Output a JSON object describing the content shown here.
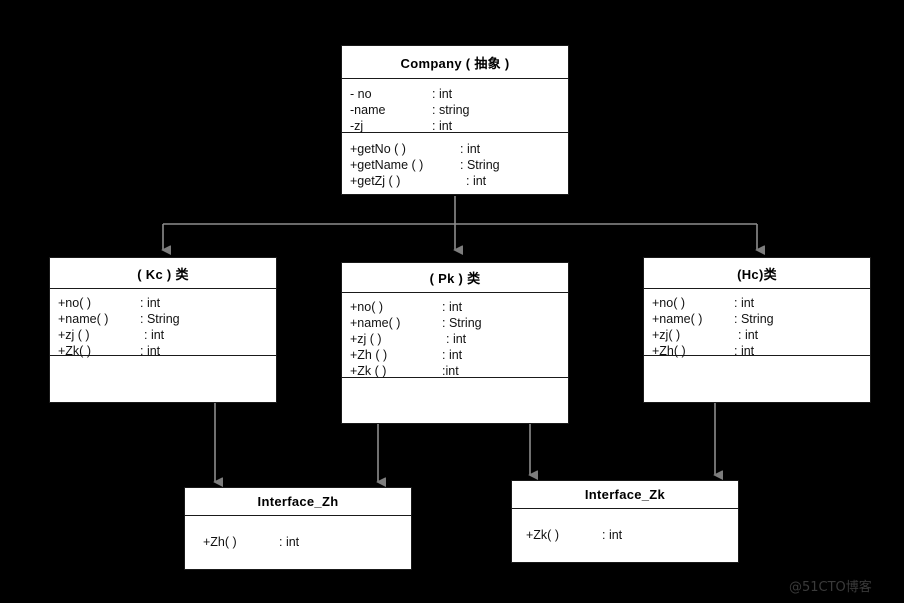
{
  "diagram": {
    "title": "UML Class Diagram",
    "background_color": "#000000",
    "box_fill": "#ffffff",
    "line_color": "#9a9a9a",
    "watermark": "@51CTO博客"
  },
  "classes": {
    "company": {
      "name": "Company ( 抽象 )",
      "attributes": [
        {
          "name": "- no",
          "type": ": int"
        },
        {
          "name": "-name",
          "type": ": string"
        },
        {
          "name": "-zj",
          "type": ": int"
        }
      ],
      "methods": [
        {
          "name": "+getNo ( )",
          "type": ": int"
        },
        {
          "name": "+getName ( )",
          "type": ": String"
        },
        {
          "name": "+getZj ( )",
          "type": ": int"
        }
      ]
    },
    "kc": {
      "name": "( Kc ) 类",
      "methods": [
        {
          "name": "+no( )",
          "type": ": int"
        },
        {
          "name": "+name( )",
          "type": ": String"
        },
        {
          "name": "+zj ( )",
          "type": ": int"
        },
        {
          "name": "+Zk( )",
          "type": ": int"
        }
      ],
      "extra": []
    },
    "pk": {
      "name": "( Pk ) 类",
      "methods": [
        {
          "name": "+no( )",
          "type": ": int"
        },
        {
          "name": "+name( )",
          "type": ": String"
        },
        {
          "name": "+zj ( )",
          "type": ": int"
        },
        {
          "name": "+Zh ( )",
          "type": ": int"
        },
        {
          "name": "+Zk ( )",
          "type": ":int"
        }
      ],
      "extra": []
    },
    "hc": {
      "name": "(Hc)类",
      "methods": [
        {
          "name": "+no( )",
          "type": ": int"
        },
        {
          "name": "+name( )",
          "type": ": String"
        },
        {
          "name": "+zj( )",
          "type": ": int"
        },
        {
          "name": "+Zh( )",
          "type": ": int"
        }
      ],
      "extra": []
    },
    "interface_zh": {
      "name": "Interface_Zh",
      "methods": [
        {
          "name": "+Zh( )",
          "type": ": int"
        }
      ]
    },
    "interface_zk": {
      "name": "Interface_Zk",
      "methods": [
        {
          "name": "+Zk( )",
          "type": ": int"
        }
      ]
    }
  },
  "relations": [
    {
      "from": "company",
      "to": "kc",
      "kind": "generalization"
    },
    {
      "from": "company",
      "to": "pk",
      "kind": "generalization"
    },
    {
      "from": "company",
      "to": "hc",
      "kind": "generalization"
    },
    {
      "from": "kc",
      "to": "interface_zh",
      "kind": "realization"
    },
    {
      "from": "pk",
      "to": "interface_zh",
      "kind": "realization"
    },
    {
      "from": "pk",
      "to": "interface_zk",
      "kind": "realization"
    },
    {
      "from": "hc",
      "to": "interface_zk",
      "kind": "realization"
    }
  ]
}
